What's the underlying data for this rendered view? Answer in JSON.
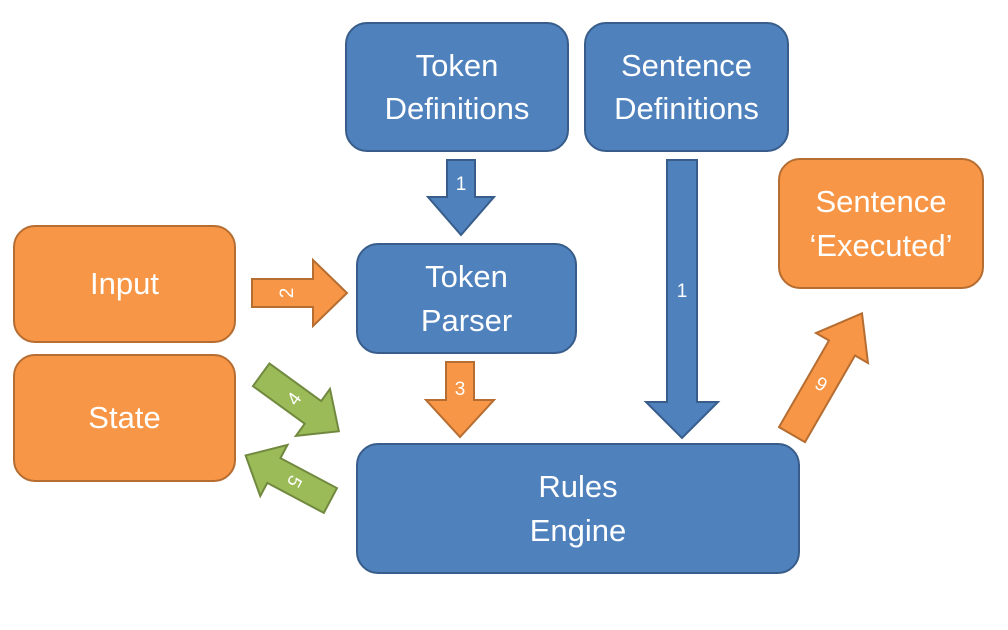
{
  "colors": {
    "blue_fill": "#4f81bd",
    "blue_border": "#385d8a",
    "orange_fill": "#f79646",
    "orange_border": "#b66d31",
    "green_fill": "#9bbb59",
    "green_border": "#71893f"
  },
  "boxes": {
    "token_definitions": {
      "line1": "Token",
      "line2": "Definitions"
    },
    "sentence_definitions": {
      "line1": "Sentence",
      "line2": "Definitions"
    },
    "token_parser": {
      "line1": "Token",
      "line2": "Parser"
    },
    "rules_engine": {
      "line1": "Rules",
      "line2": "Engine"
    },
    "input": {
      "line1": "Input"
    },
    "state": {
      "line1": "State"
    },
    "sentence_executed": {
      "line1": "Sentence",
      "line2": "‘Executed’"
    }
  },
  "arrows": {
    "token_defs_to_parser": {
      "label": "1",
      "color": "blue"
    },
    "sentence_defs_to_engine": {
      "label": "1",
      "color": "blue"
    },
    "input_to_parser": {
      "label": "2",
      "color": "orange"
    },
    "parser_to_engine": {
      "label": "3",
      "color": "orange"
    },
    "state_to_engine": {
      "label": "4",
      "color": "green"
    },
    "engine_to_state": {
      "label": "5",
      "color": "green"
    },
    "engine_to_sentence_executed": {
      "label": "6",
      "color": "orange"
    }
  }
}
